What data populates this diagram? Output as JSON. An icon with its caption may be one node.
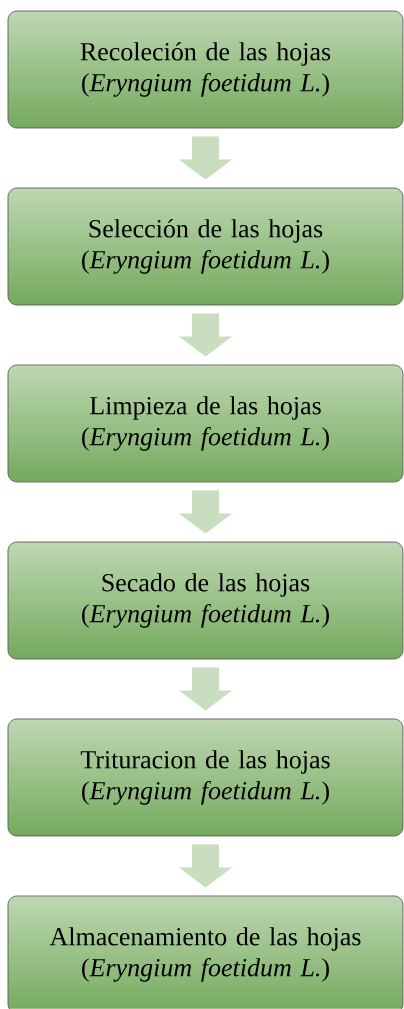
{
  "diagram": {
    "nodes": [
      {
        "text": [
          "Recoleción de las hojas",
          "(*Eryngium foetidum L.*)"
        ]
      },
      {
        "text": [
          "Selección de las hojas",
          "(*Eryngium foetidum L.*)"
        ]
      },
      {
        "text": [
          "Limpieza de las hojas",
          "(*Eryngium foetidum L.*)"
        ]
      },
      {
        "text": [
          "Secado de las hojas",
          "(*Eryngium foetidum L.*)"
        ]
      },
      {
        "text": [
          "Trituracion de las hojas",
          "(*Eryngium foetidum L.*)"
        ]
      },
      {
        "text": [
          "Almacenamiento de las hojas",
          "(*Eryngium foetidum L.*)"
        ]
      }
    ],
    "edges": [
      {
        "from": 0,
        "to": 1,
        "arrow": "to"
      },
      {
        "from": 1,
        "to": 2,
        "arrow": "to"
      },
      {
        "from": 2,
        "to": 3,
        "arrow": "to"
      },
      {
        "from": 3,
        "to": 4,
        "arrow": "to"
      },
      {
        "from": 4,
        "to": 5,
        "arrow": "to"
      }
    ]
  }
}
